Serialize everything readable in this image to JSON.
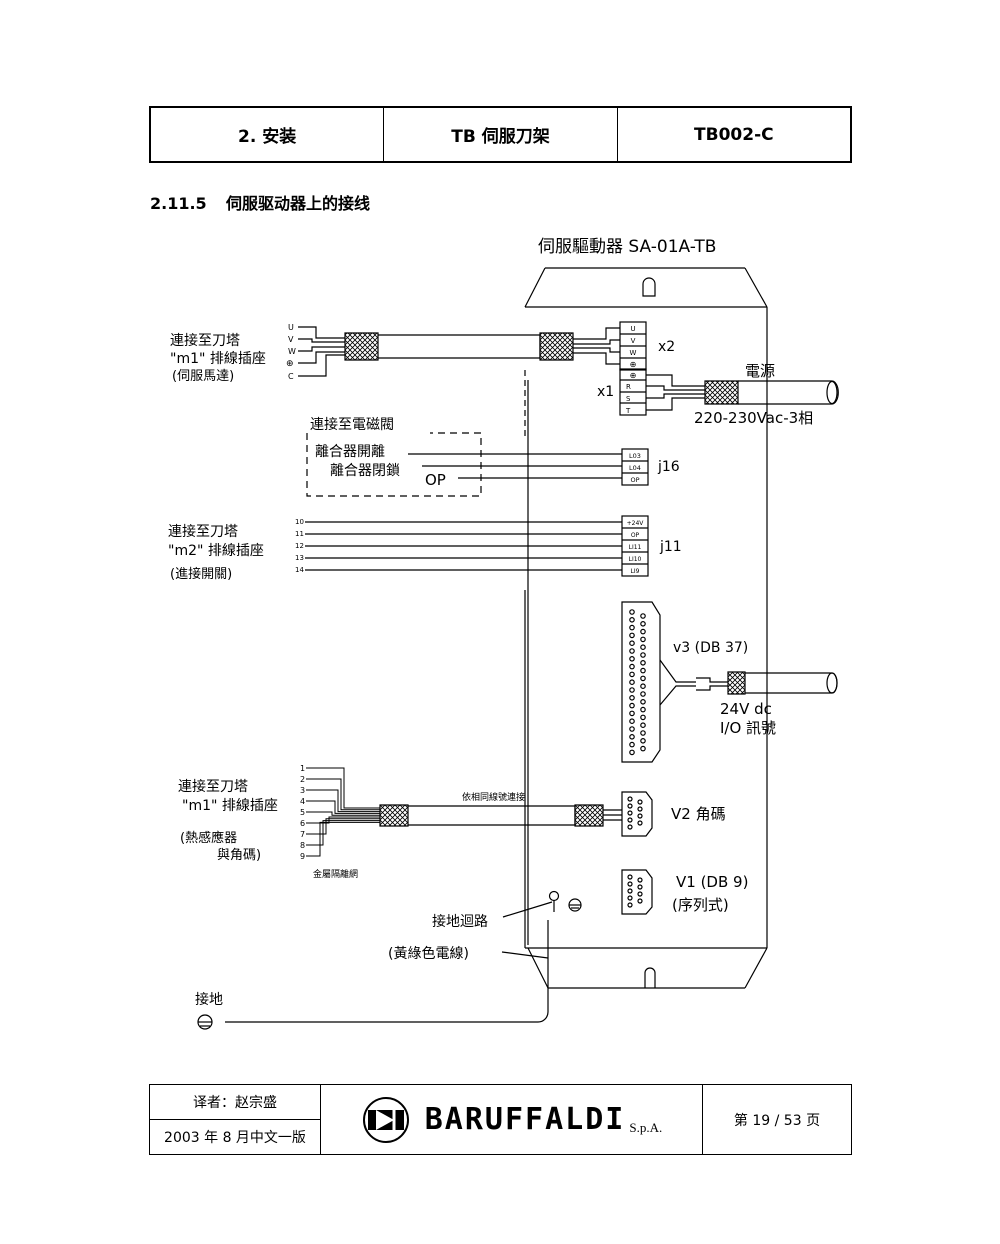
{
  "header": {
    "section": "2. 安装",
    "product": "TB 伺服刀架",
    "code": "TB002-C"
  },
  "section": {
    "number": "2.11.5",
    "title": "伺服驱动器上的接线"
  },
  "diagram": {
    "drive_title": "伺服驅動器 SA-01A-TB",
    "m1_motor": {
      "line1": "連接至刀塔",
      "line2": "\"m1\" 排線插座",
      "line3": "(伺服馬達)",
      "pins": [
        "U",
        "V",
        "W",
        "⊕",
        "C"
      ]
    },
    "x2": {
      "label": "x2",
      "terms": [
        "U",
        "V",
        "W",
        "⊕"
      ]
    },
    "x1": {
      "label": "x1",
      "terms": [
        "⊕",
        "R",
        "S",
        "T"
      ]
    },
    "power": {
      "title": "電源",
      "spec": "220-230Vac-3相"
    },
    "brake": {
      "title": "連接至電磁閥",
      "release": "離合器開離",
      "lock": "離合器閉鎖",
      "op": "OP"
    },
    "j16": {
      "label": "j16",
      "terms": [
        "L03",
        "L04",
        "OP"
      ]
    },
    "m2": {
      "line1": "連接至刀塔",
      "line2": "\"m2\" 排線插座",
      "line3": "(進接開關)",
      "pins": [
        "10",
        "11",
        "12",
        "13",
        "14"
      ]
    },
    "j11": {
      "label": "j11",
      "terms": [
        "+24V",
        "OP",
        "LI11",
        "LI10",
        "LI9"
      ]
    },
    "v3": {
      "label": "v3 (DB 37)",
      "sig1": "24V dc",
      "sig2": "I/O 訊號"
    },
    "m1_encoder": {
      "line1": "連接至刀塔",
      "line2": "\"m1\" 排線插座",
      "line3": "(熱感應器",
      "line4": "與角碼)",
      "pins": [
        "1",
        "2",
        "3",
        "4",
        "5",
        "6",
        "7",
        "8",
        "9"
      ],
      "shield": "金屬隔離網",
      "cable_note": "依相同線號連接"
    },
    "v2": {
      "label": "V2 角碼"
    },
    "v1": {
      "label1": "V1 (DB 9)",
      "label2": "(序列式)"
    },
    "ground": {
      "loop": "接地迴路",
      "wire": "(黃綠色電線)",
      "earth": "接地"
    }
  },
  "footer": {
    "translator": "译者：赵宗盛",
    "edition": "2003 年 8 月中文一版",
    "brand": "BARUFFALDI",
    "brand_suffix": "S.p.A.",
    "page": "第 19 / 53 页"
  }
}
